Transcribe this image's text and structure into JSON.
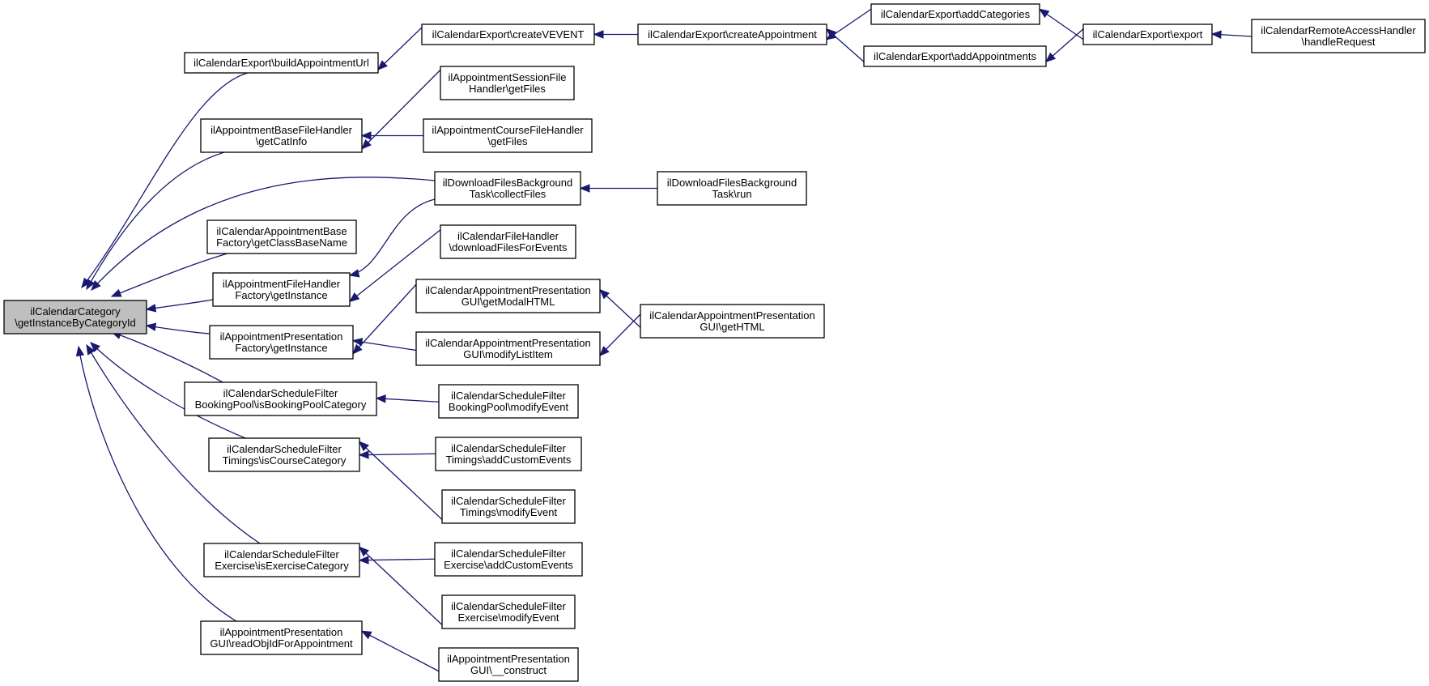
{
  "nodes": {
    "root": {
      "lines": [
        "ilCalendarCategory",
        "\\getInstanceByCategoryId"
      ]
    },
    "buildAppointmentUrl": {
      "lines": [
        "ilCalendarExport\\buildAppointmentUrl"
      ]
    },
    "getCatInfo": {
      "lines": [
        "ilAppointmentBaseFileHandler",
        "\\getCatInfo"
      ]
    },
    "getClassBaseName": {
      "lines": [
        "ilCalendarAppointmentBase",
        "Factory\\getClassBaseName"
      ]
    },
    "fileHandlerFactory": {
      "lines": [
        "ilAppointmentFileHandler",
        "Factory\\getInstance"
      ]
    },
    "presentationFactory": {
      "lines": [
        "ilAppointmentPresentation",
        "Factory\\getInstance"
      ]
    },
    "isBookingPoolCategory": {
      "lines": [
        "ilCalendarScheduleFilter",
        "BookingPool\\isBookingPoolCategory"
      ]
    },
    "isCourseCategory": {
      "lines": [
        "ilCalendarScheduleFilter",
        "Timings\\isCourseCategory"
      ]
    },
    "isExerciseCategory": {
      "lines": [
        "ilCalendarScheduleFilter",
        "Exercise\\isExerciseCategory"
      ]
    },
    "readObjId": {
      "lines": [
        "ilAppointmentPresentation",
        "GUI\\readObjIdForAppointment"
      ]
    },
    "createVEVENT": {
      "lines": [
        "ilCalendarExport\\createVEVENT"
      ]
    },
    "sessionGetFiles": {
      "lines": [
        "ilAppointmentSessionFile",
        "Handler\\getFiles"
      ]
    },
    "courseGetFiles": {
      "lines": [
        "ilAppointmentCourseFileHandler",
        "\\getFiles"
      ]
    },
    "collectFiles": {
      "lines": [
        "ilDownloadFilesBackground",
        "Task\\collectFiles"
      ]
    },
    "downloadFiles": {
      "lines": [
        "ilCalendarFileHandler",
        "\\downloadFilesForEvents"
      ]
    },
    "getModalHTML": {
      "lines": [
        "ilCalendarAppointmentPresentation",
        "GUI\\getModalHTML"
      ]
    },
    "modifyListItem": {
      "lines": [
        "ilCalendarAppointmentPresentation",
        "GUI\\modifyListItem"
      ]
    },
    "bookingModifyEvent": {
      "lines": [
        "ilCalendarScheduleFilter",
        "BookingPool\\modifyEvent"
      ]
    },
    "timingsAddCustom": {
      "lines": [
        "ilCalendarScheduleFilter",
        "Timings\\addCustomEvents"
      ]
    },
    "timingsModifyEvent": {
      "lines": [
        "ilCalendarScheduleFilter",
        "Timings\\modifyEvent"
      ]
    },
    "exerciseAddCustom": {
      "lines": [
        "ilCalendarScheduleFilter",
        "Exercise\\addCustomEvents"
      ]
    },
    "exerciseModifyEvent": {
      "lines": [
        "ilCalendarScheduleFilter",
        "Exercise\\modifyEvent"
      ]
    },
    "construct": {
      "lines": [
        "ilAppointmentPresentation",
        "GUI\\__construct"
      ]
    },
    "createAppointment": {
      "lines": [
        "ilCalendarExport\\createAppointment"
      ]
    },
    "taskRun": {
      "lines": [
        "ilDownloadFilesBackground",
        "Task\\run"
      ]
    },
    "getHTML": {
      "lines": [
        "ilCalendarAppointmentPresentation",
        "GUI\\getHTML"
      ]
    },
    "addCategories": {
      "lines": [
        "ilCalendarExport\\addCategories"
      ]
    },
    "addAppointments": {
      "lines": [
        "ilCalendarExport\\addAppointments"
      ]
    },
    "export": {
      "lines": [
        "ilCalendarExport\\export"
      ]
    },
    "handleRequest": {
      "lines": [
        "ilCalendarRemoteAccessHandler",
        "\\handleRequest"
      ]
    }
  },
  "edges": [
    {
      "from": "buildAppointmentUrl",
      "to": "root"
    },
    {
      "from": "getCatInfo",
      "to": "root"
    },
    {
      "from": "collectFiles",
      "to": "root"
    },
    {
      "from": "getClassBaseName",
      "to": "root"
    },
    {
      "from": "fileHandlerFactory",
      "to": "root"
    },
    {
      "from": "presentationFactory",
      "to": "root"
    },
    {
      "from": "isBookingPoolCategory",
      "to": "root"
    },
    {
      "from": "isCourseCategory",
      "to": "root"
    },
    {
      "from": "isExerciseCategory",
      "to": "root"
    },
    {
      "from": "readObjId",
      "to": "root"
    },
    {
      "from": "createVEVENT",
      "to": "buildAppointmentUrl"
    },
    {
      "from": "sessionGetFiles",
      "to": "getCatInfo"
    },
    {
      "from": "courseGetFiles",
      "to": "getCatInfo"
    },
    {
      "from": "collectFiles",
      "to": "fileHandlerFactory"
    },
    {
      "from": "downloadFiles",
      "to": "fileHandlerFactory"
    },
    {
      "from": "getModalHTML",
      "to": "presentationFactory"
    },
    {
      "from": "modifyListItem",
      "to": "presentationFactory"
    },
    {
      "from": "bookingModifyEvent",
      "to": "isBookingPoolCategory"
    },
    {
      "from": "timingsAddCustom",
      "to": "isCourseCategory"
    },
    {
      "from": "timingsModifyEvent",
      "to": "isCourseCategory"
    },
    {
      "from": "exerciseAddCustom",
      "to": "isExerciseCategory"
    },
    {
      "from": "exerciseModifyEvent",
      "to": "isExerciseCategory"
    },
    {
      "from": "construct",
      "to": "readObjId"
    },
    {
      "from": "createAppointment",
      "to": "createVEVENT"
    },
    {
      "from": "taskRun",
      "to": "collectFiles"
    },
    {
      "from": "getHTML",
      "to": "getModalHTML"
    },
    {
      "from": "getHTML",
      "to": "modifyListItem"
    },
    {
      "from": "addCategories",
      "to": "createAppointment"
    },
    {
      "from": "addAppointments",
      "to": "createAppointment"
    },
    {
      "from": "export",
      "to": "addCategories"
    },
    {
      "from": "export",
      "to": "addAppointments"
    },
    {
      "from": "handleRequest",
      "to": "export"
    }
  ]
}
